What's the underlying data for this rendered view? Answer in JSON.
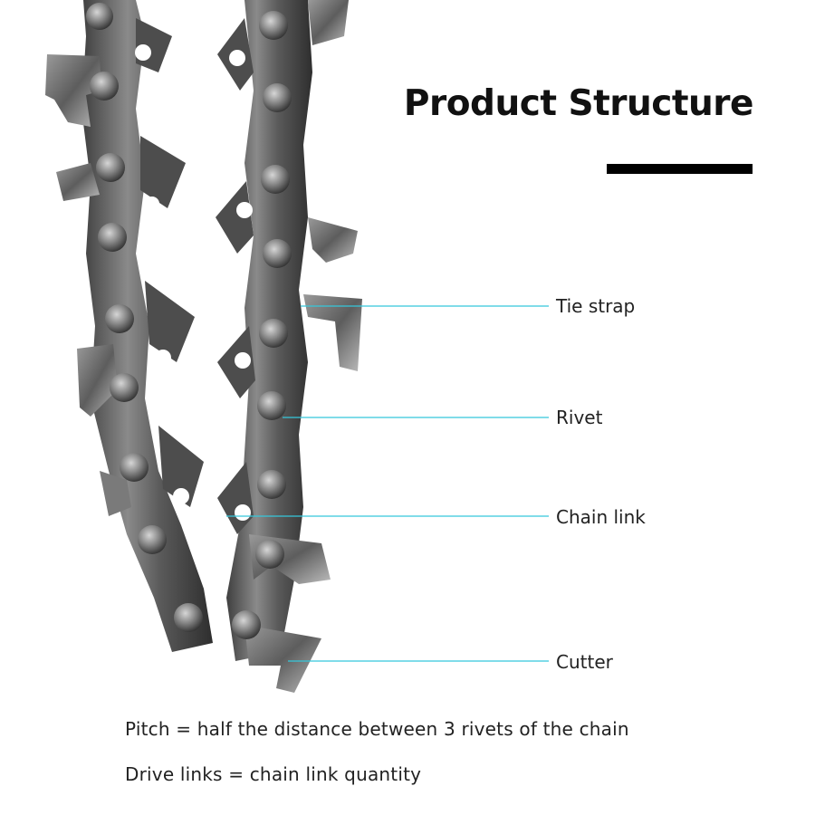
{
  "title": "Product Structure",
  "callouts": {
    "tie_strap": "Tie strap",
    "rivet": "Rivet",
    "chain_link": "Chain link",
    "cutter": "Cutter"
  },
  "notes": {
    "pitch": "Pitch = half the distance between 3 rivets of the chain",
    "drive_links": "Drive links = chain link quantity"
  },
  "colors": {
    "background": "#ffffff",
    "title": "#111111",
    "underline": "#000000",
    "leader_line": "#35c8dc",
    "metal": "#6d6d6d"
  }
}
